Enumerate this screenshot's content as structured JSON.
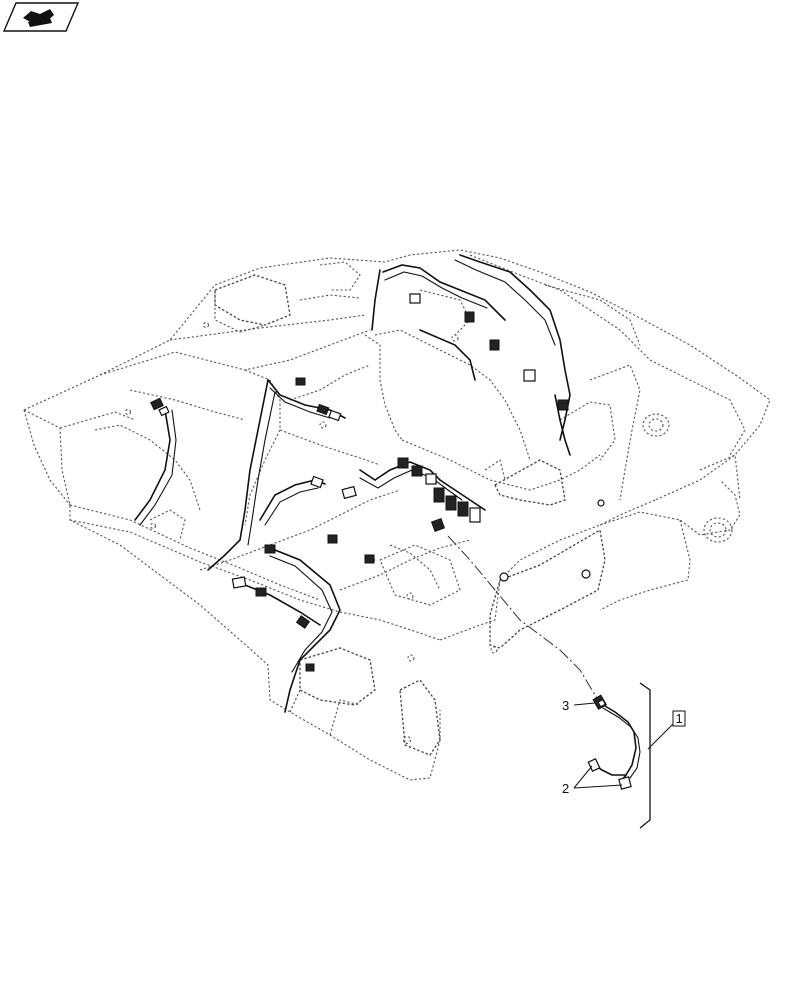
{
  "callouts": {
    "item_1": "1",
    "item_2": "2",
    "item_3": "3"
  },
  "icons": {
    "corner_badge": "book-page-icon"
  },
  "colors": {
    "line": "#111111",
    "phantom": "#555555",
    "background": "#ffffff"
  }
}
